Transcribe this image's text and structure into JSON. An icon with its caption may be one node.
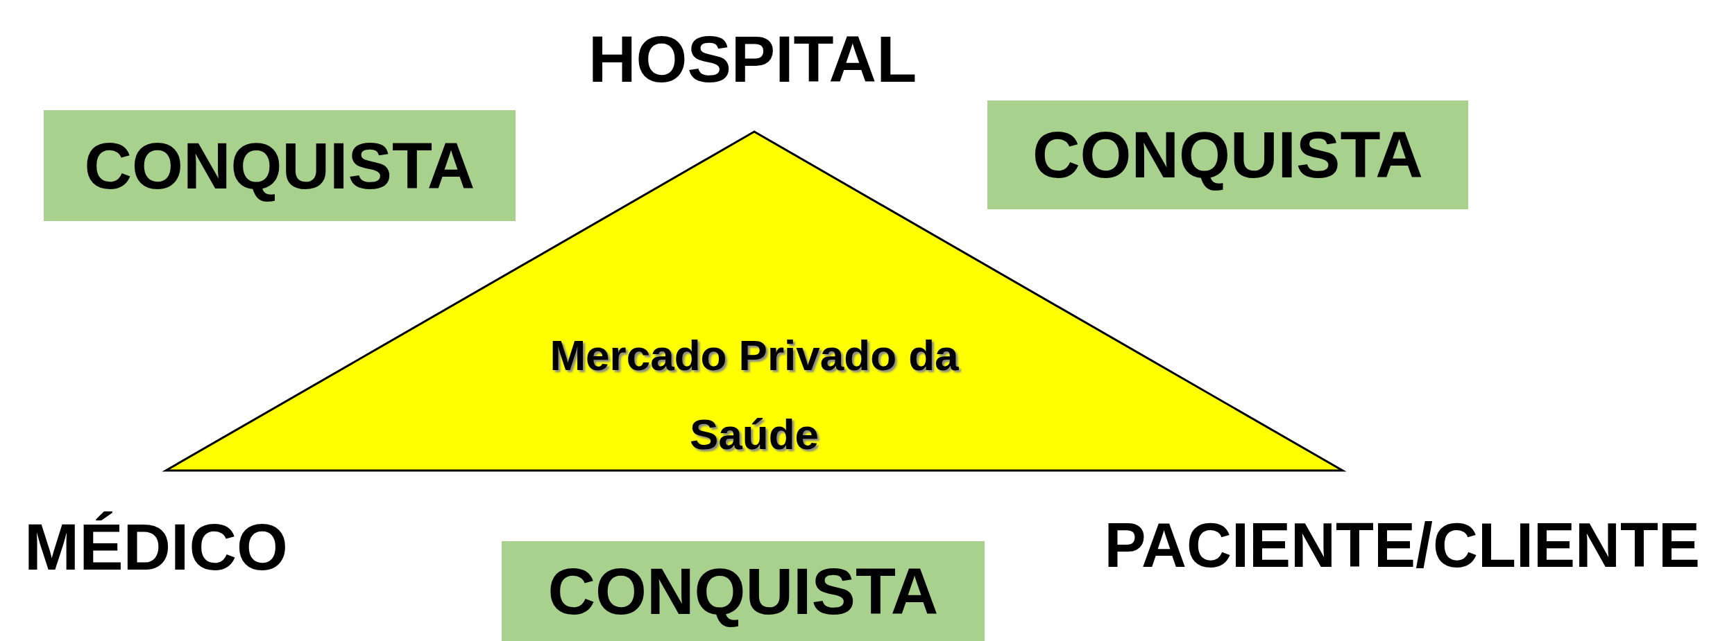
{
  "diagram": {
    "nodes": [
      {
        "text": [
          "CONQUISTA"
        ]
      },
      {
        "text": [
          "CONQUISTA"
        ]
      },
      {
        "text": [
          "Mercado Privado da Saúde"
        ]
      },
      {
        "text": [
          "CONQUISTA"
        ]
      }
    ],
    "labels": [
      "HOSPITAL",
      "MÉDICO",
      "PACIENTE/CLIENTE"
    ]
  }
}
